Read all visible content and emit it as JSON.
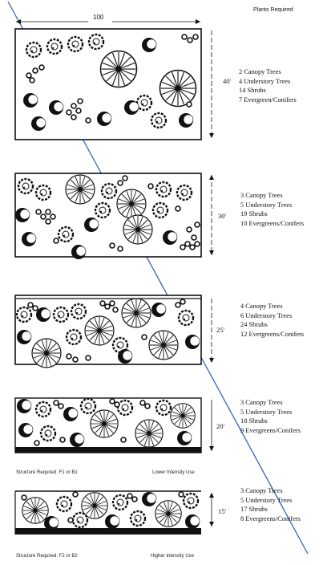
{
  "header": {
    "plants_required": "Plants Required",
    "width_dim": "100"
  },
  "panels": [
    {
      "depth": "40'",
      "lines": [
        "2 Canopy Trees",
        "4 Understory Trees",
        "14 Shrubs",
        "7 Evergreen/Conifers"
      ]
    },
    {
      "depth": "30'",
      "lines": [
        "3 Canopy Trees",
        "5 Understory Trees",
        "19 Shrubs",
        "10 Evergreens/Conifers"
      ]
    },
    {
      "depth": "25'",
      "lines": [
        "4 Canopy Trees",
        "6 Understory Trees",
        "24 Shrubs",
        "12 Evergreens/Conifers"
      ]
    },
    {
      "depth": "20'",
      "lines": [
        "3 Canopy Trees",
        "5 Understory Trees",
        "18 Shrubs",
        "9 Evergreens/Conifers"
      ]
    },
    {
      "depth": "15'",
      "lines": [
        "3 Canopy Trees",
        "5 Understory Trees",
        "17 Shrubs",
        "8 Evergreens/Conifers"
      ]
    }
  ],
  "captions": {
    "structure_1": "Structure Required: F1 or B1",
    "intensity_1": "Lower Intensity Use",
    "structure_2": "Structure Required: F2 or B2",
    "intensity_2": "Higher Intensity Use"
  }
}
